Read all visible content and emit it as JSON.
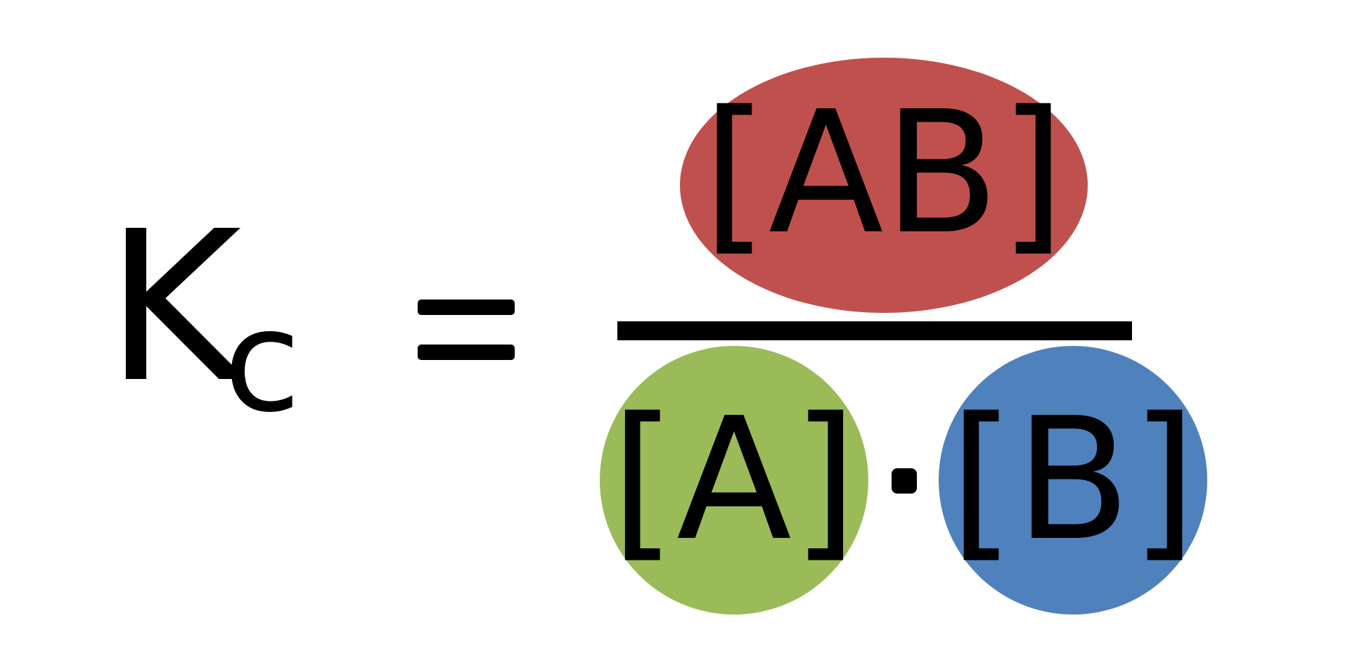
{
  "equation": {
    "lhs_symbol": "K",
    "lhs_subscript": "c",
    "operator": "=",
    "numerator": {
      "label": "[AB]",
      "color": "#c0504d"
    },
    "denominator": {
      "first": {
        "label": "[A]",
        "color": "#9bbb59"
      },
      "multiply": "·",
      "second": {
        "label": "[B]",
        "color": "#4f81bd"
      }
    }
  }
}
